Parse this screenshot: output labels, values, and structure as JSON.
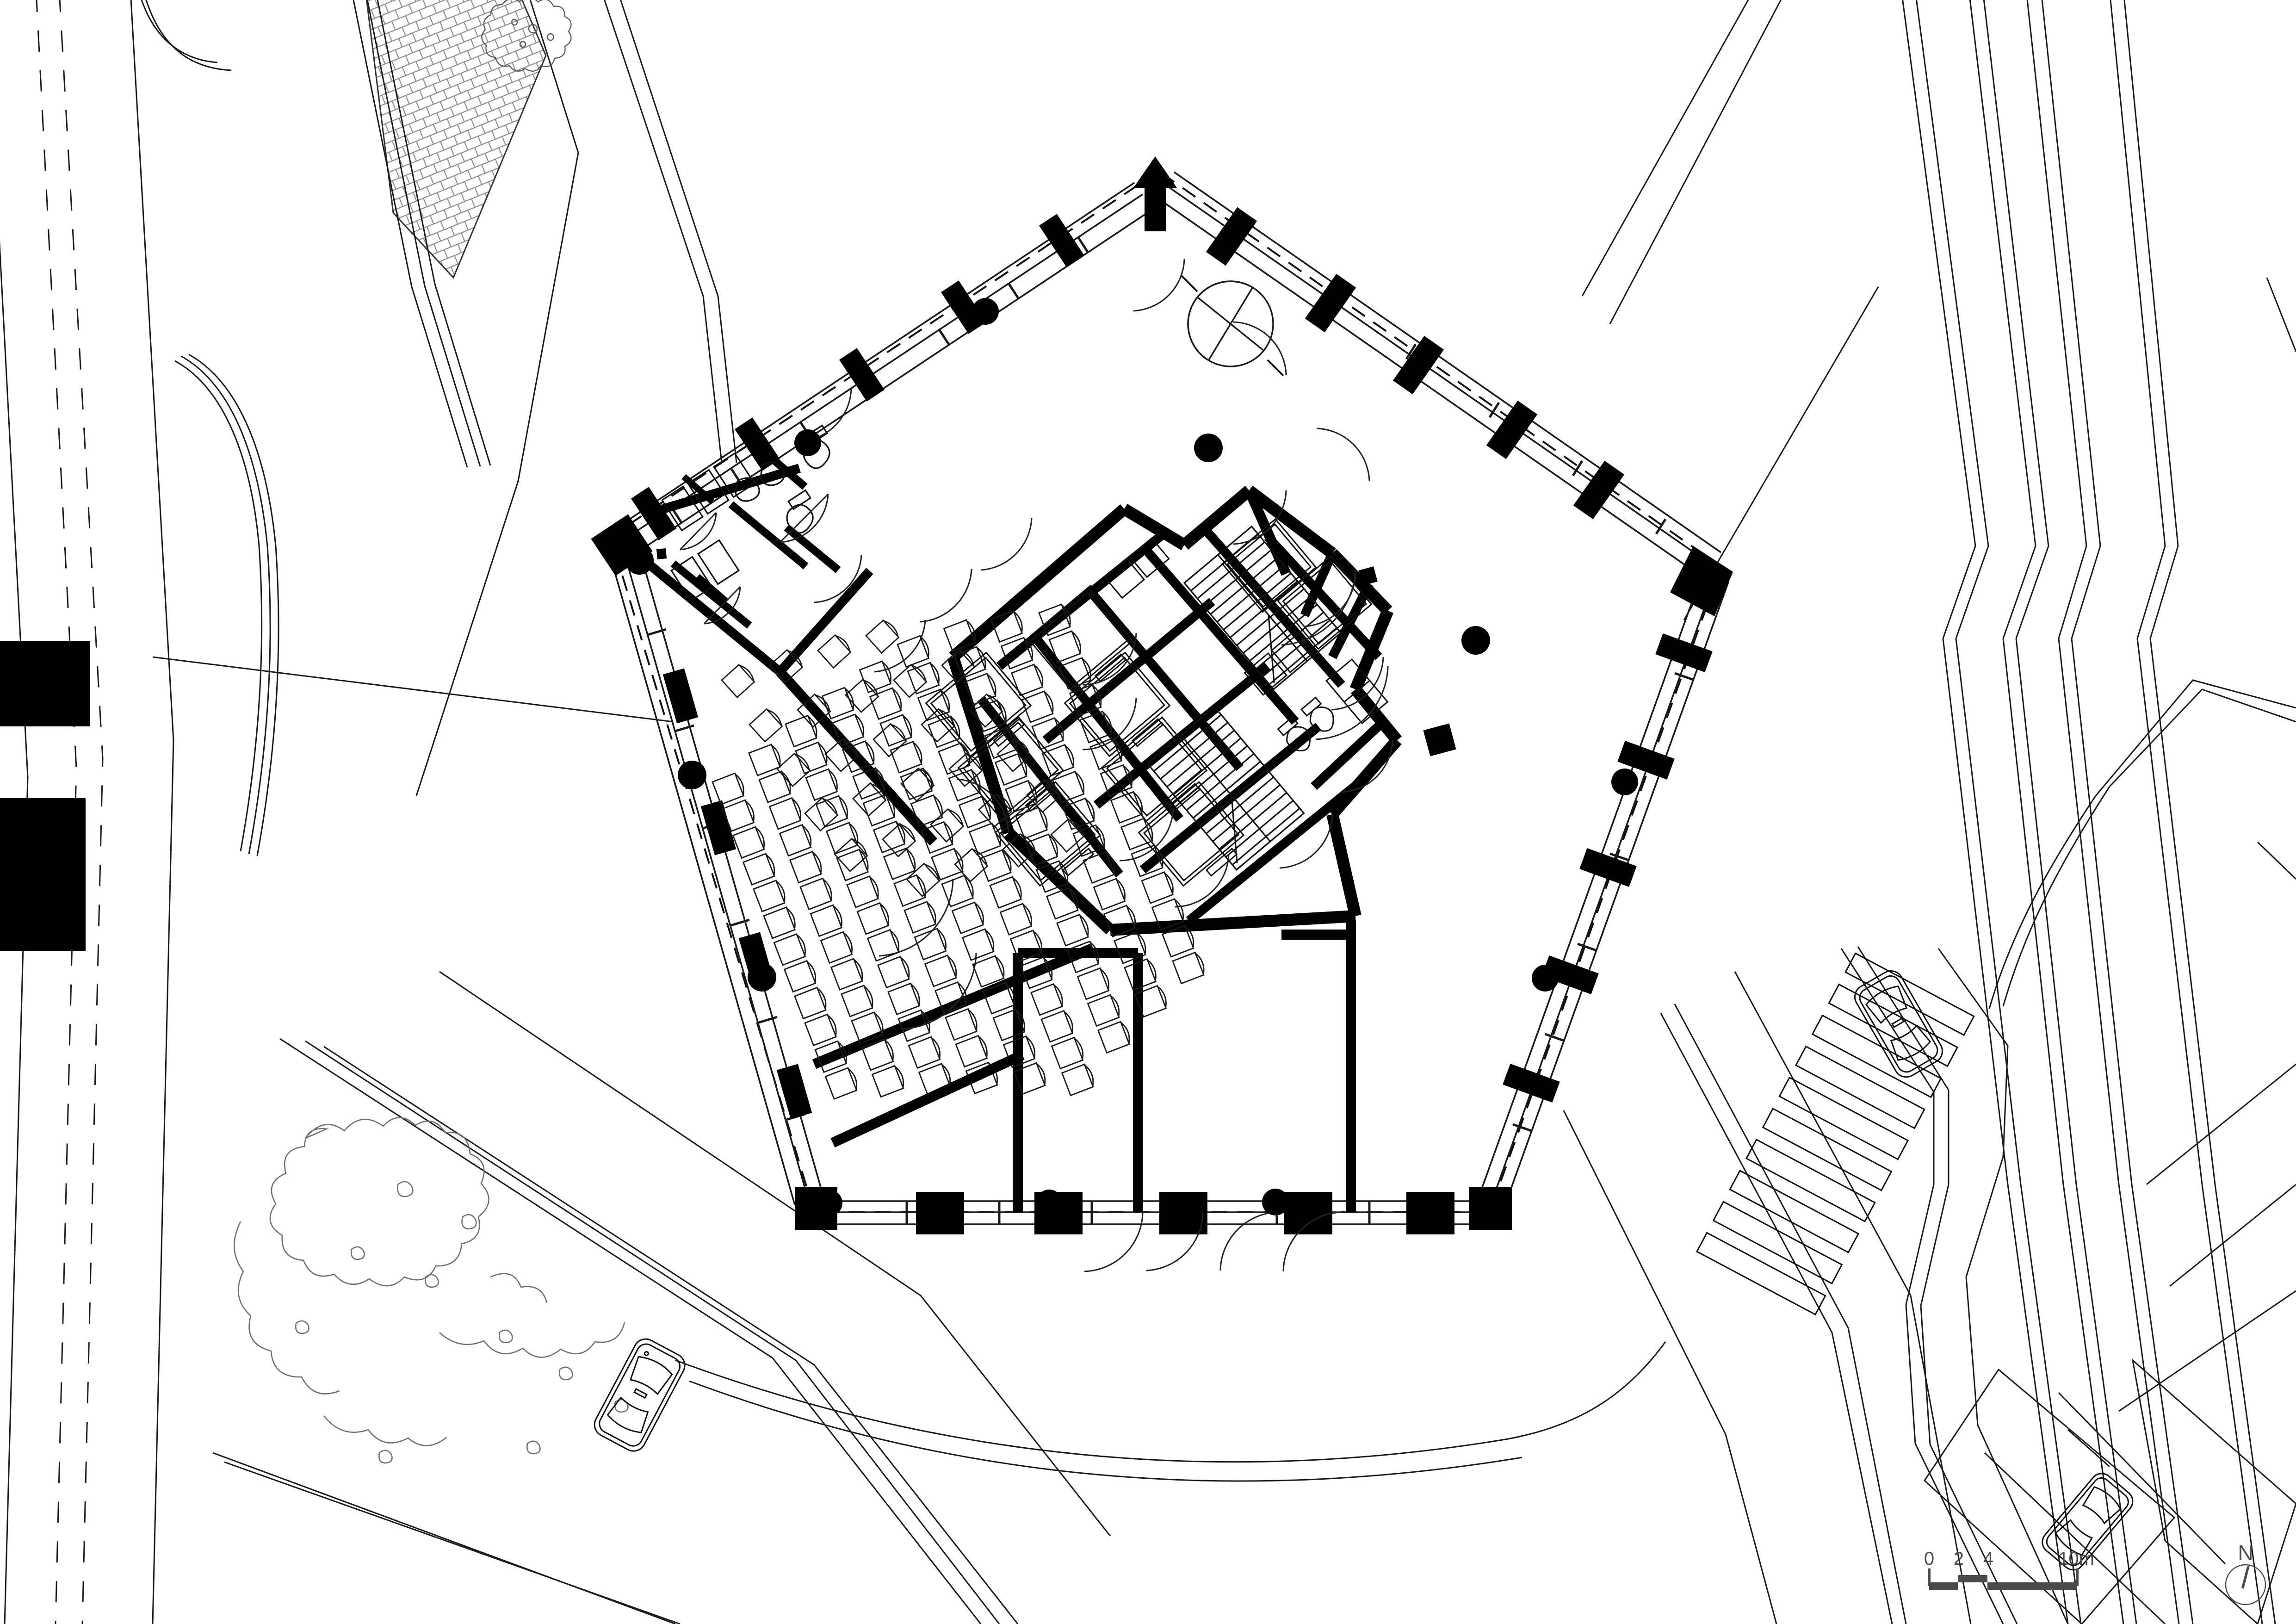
{
  "drawing": {
    "type": "architectural-floor-plan",
    "view": "ground floor plan with site context",
    "orientation_note": "N",
    "paper_background": "#ffffff",
    "ink_color": "#000000",
    "legend_color": "#4a4a4a",
    "thin_line_color": "#555555"
  },
  "scale_bar": {
    "name": "graphic-scale-bar",
    "unit": "m",
    "ticks": [
      "0",
      "2",
      "4",
      "10m"
    ],
    "tick_values": [
      0,
      2,
      4,
      10
    ],
    "bar_color": "#4a4a4a"
  },
  "north_arrow": {
    "name": "north-arrow",
    "label": "N",
    "shape": "circle-with-needle"
  },
  "building": {
    "name": "pentagonal-building-footprint",
    "plan_shape": "irregular pentagon",
    "entrance_marker": "solid black arrow at north apex",
    "upper_level_outline": "dashed",
    "facade_type": "curtain wall / glazed mullioned facade",
    "levels_shown": "ground floor"
  },
  "spaces": [
    {
      "name": "auditorium-seating",
      "description": "raked seat rows, west wing",
      "seat_rows": 9,
      "seats_per_row_max": 17
    },
    {
      "name": "loose-seating-cluster",
      "description": "scattered angled chairs, north of auditorium",
      "seat_count": 28
    },
    {
      "name": "toilet-block-north",
      "description": "WC cubicles with basins, north-west corner"
    },
    {
      "name": "toilet-block-core",
      "description": "small WC with two fixtures, central core"
    },
    {
      "name": "stair-core-north",
      "description": "straight flight staircase with treads"
    },
    {
      "name": "stair-core-south",
      "description": "straight flight staircase with treads"
    },
    {
      "name": "room-row-west",
      "description": "series of cellular rooms with desks, west of core"
    },
    {
      "name": "room-row-central",
      "description": "series of cellular rooms with desks, central"
    },
    {
      "name": "room-row-east",
      "description": "cellular rooms with desks, east of core"
    },
    {
      "name": "foyer-east",
      "description": "open foyer with round columns, east"
    },
    {
      "name": "foyer-south",
      "description": "open foyer, south of core"
    }
  ],
  "site": {
    "elements": [
      {
        "name": "road-west",
        "description": "carriageway with dashed centre line"
      },
      {
        "name": "road-east",
        "description": "carriageway with kinked alignment"
      },
      {
        "name": "footpath",
        "description": "paved walkway lines"
      },
      {
        "name": "cobblestone-paving",
        "description": "brick-pattern paved area, north-west"
      },
      {
        "name": "vegetation-planting",
        "description": "irregular shrub outline, south-west"
      },
      {
        "name": "tree-canopy",
        "description": "circular stippled tree symbol"
      },
      {
        "name": "pedestrian-crossing",
        "description": "zebra stripe markings, east"
      },
      {
        "name": "parked-car-east",
        "description": "car in plan, east road"
      },
      {
        "name": "parked-car-south",
        "description": "car in plan, south-west"
      },
      {
        "name": "parked-car-southeast",
        "description": "car in plan, south-east"
      },
      {
        "name": "neighbouring-building-west",
        "description": "solid black building footprints, far west"
      },
      {
        "name": "neighbouring-building-southeast",
        "description": "building outlines, south-east"
      }
    ]
  },
  "symbols": {
    "round_column": "filled black circle",
    "square_column": "filled black square",
    "door_swing": "quarter-circle arc",
    "revolving_door": "circle with four leaves",
    "entrance_arrow": "solid black arrow"
  }
}
